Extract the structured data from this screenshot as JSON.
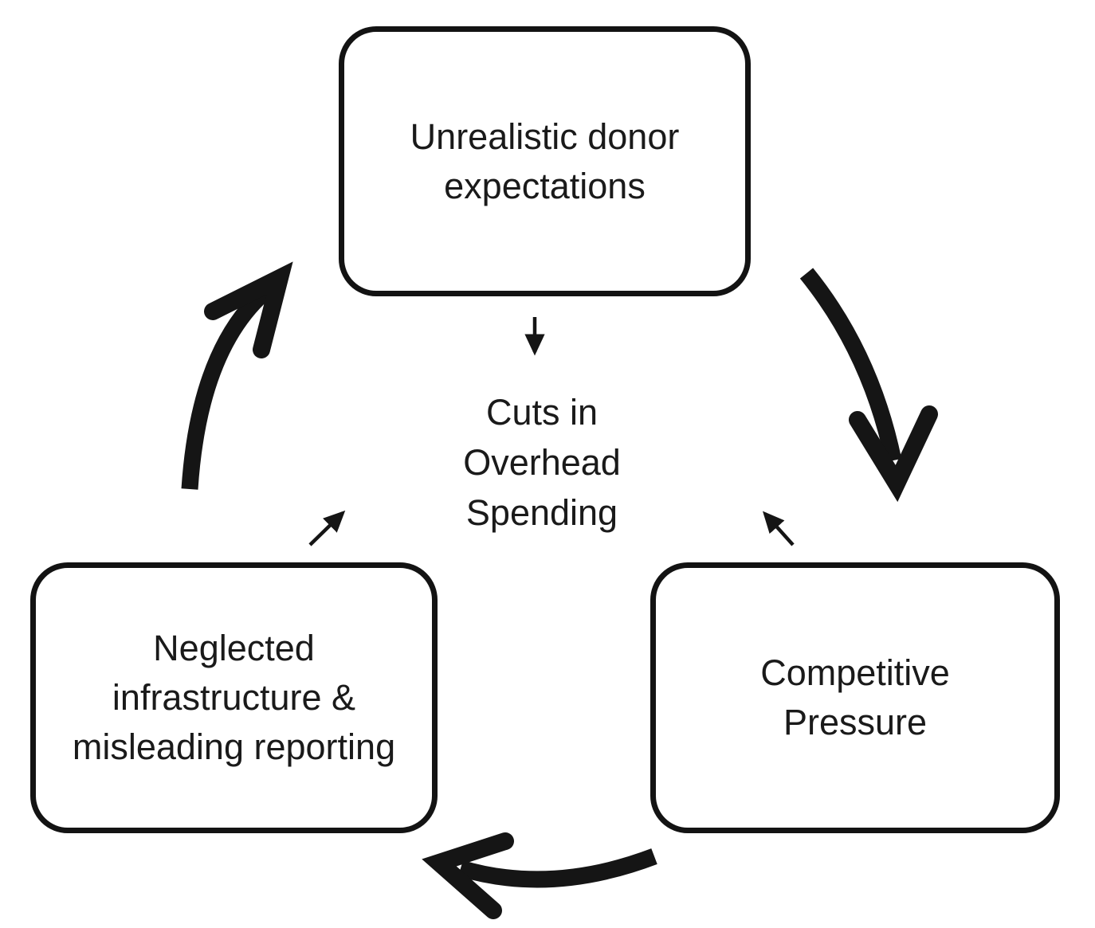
{
  "colors": {
    "background": "#ffffff",
    "ink": "#151515"
  },
  "nodes": {
    "top": {
      "lines": [
        "Unrealistic donor",
        "expectations"
      ]
    },
    "bottom_left": {
      "lines": [
        "Neglected",
        "infrastructure &",
        "misleading reporting"
      ]
    },
    "bottom_right": {
      "lines": [
        "Competitive",
        "Pressure"
      ]
    }
  },
  "center_label": {
    "lines": [
      "Cuts in",
      "Overhead",
      "Spending"
    ]
  },
  "icons": {
    "cycle_arrows": [
      "arrow-bottomleft-to-top-icon",
      "arrow-top-to-bottomright-icon",
      "arrow-bottomright-to-bottomleft-icon"
    ],
    "center_arrows": [
      "arrow-top-to-center-down-icon",
      "arrow-bottomleft-to-center-icon",
      "arrow-bottomright-to-center-icon"
    ]
  }
}
